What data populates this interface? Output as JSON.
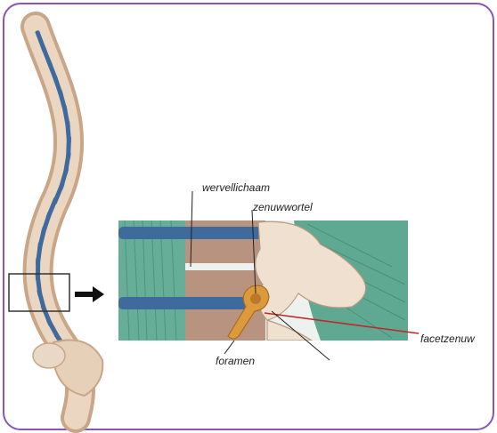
{
  "labels": {
    "vertebral_body": "wervellichaam",
    "nerve_root": "zenuwwortel",
    "facet_nerve": "facetzenuw",
    "foramen": "foramen"
  },
  "colors": {
    "frame": "#8a55b5",
    "bone": "#e8d2bb",
    "bone_dark": "#c9a688",
    "disc": "#3e6a9e",
    "muscle": "#4f9e86",
    "body_fill": "#b48f78",
    "nerve": "#d9973a",
    "facet_line": "#c0282a"
  }
}
